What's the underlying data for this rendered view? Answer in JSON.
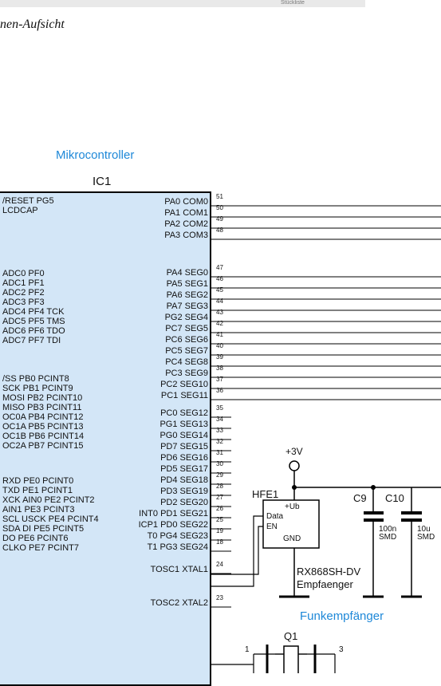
{
  "header": {
    "top_bar_text": "Stückliste",
    "caption": "nen-Aufsicht"
  },
  "microcontroller": {
    "section_title": "Mikrocontroller",
    "ic_name": "IC1",
    "left_pins": [
      "/RESET PG5",
      "LCDCAP",
      "ADC0 PF0",
      "ADC1 PF1",
      "ADC2 PF2",
      "ADC3 PF3",
      "ADC4 PF4 TCK",
      "ADC5 PF5 TMS",
      "ADC6 PF6 TDO",
      "ADC7 PF7 TDI",
      "/SS PB0 PCINT8",
      "SCK PB1 PCINT9",
      "MOSI PB2 PCINT10",
      "MISO PB3 PCINT11",
      "OC0A PB4 PCINT12",
      "OC1A PB5 PCINT13",
      "OC1B PB6 PCINT14",
      "OC2A PB7 PCINT15",
      "RXD PE0 PCINT0",
      "TXD PE1 PCINT1",
      "XCK AIN0 PE2 PCINT2",
      "AIN1 PE3 PCINT3",
      "SCL USCK PE4 PCINT4",
      "SDA DI PE5 PCINT5",
      "DO PE6 PCINT6",
      "CLKO PE7 PCINT7"
    ],
    "right_pins": [
      "PA0 COM0",
      "PA1 COM1",
      "PA2 COM2",
      "PA3 COM3",
      "PA4 SEG0",
      "PA5 SEG1",
      "PA6 SEG2",
      "PA7 SEG3",
      "PG2 SEG4",
      "PC7 SEG5",
      "PC6 SEG6",
      "PC5 SEG7",
      "PC4 SEG8",
      "PC3 SEG9",
      "PC2 SEG10",
      "PC1 SEG11",
      "PC0 SEG12",
      "PG1 SEG13",
      "PG0 SEG14",
      "PD7 SEG15",
      "PD6 SEG16",
      "PD5 SEG17",
      "PD4 SEG18",
      "PD3 SEG19",
      "PD2 SEG20",
      "INT0 PD1 SEG21",
      "ICP1 PD0 SEG22",
      "T0 PG4 SEG23",
      "T1 PG3 SEG24",
      "TOSC1 XTAL1",
      "TOSC2 XTAL2"
    ],
    "pin_numbers": [
      "51",
      "50",
      "49",
      "48",
      "47",
      "46",
      "45",
      "44",
      "43",
      "42",
      "41",
      "40",
      "39",
      "38",
      "37",
      "36",
      "35",
      "34",
      "33",
      "32",
      "31",
      "30",
      "29",
      "28",
      "27",
      "26",
      "25",
      "19",
      "18",
      "24",
      "23"
    ]
  },
  "receiver": {
    "supply": "+3V",
    "module_name": "HFE1",
    "module_pins": [
      "+Ub",
      "Data",
      "EN",
      "GND"
    ],
    "part_number": "RX868SH-DV",
    "part_desc": "Empfaenger",
    "section_title": "Funkempfänger",
    "c9": {
      "name": "C9",
      "value": "",
      "package": ""
    },
    "c10": {
      "name": "C10",
      "value": "10u",
      "package": "SMD"
    },
    "c9_value": "100n",
    "c9_package": "SMD"
  },
  "crystal": {
    "name": "Q1",
    "pin1": "1",
    "pin3": "3"
  }
}
